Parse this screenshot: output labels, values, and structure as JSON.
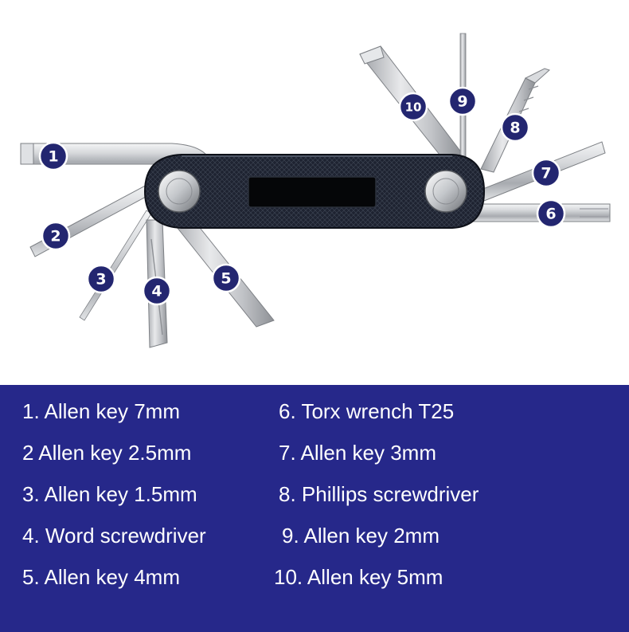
{
  "callouts": [
    {
      "id": "1",
      "label": "1"
    },
    {
      "id": "2",
      "label": "2"
    },
    {
      "id": "3",
      "label": "3"
    },
    {
      "id": "4",
      "label": "4"
    },
    {
      "id": "5",
      "label": "5"
    },
    {
      "id": "6",
      "label": "6"
    },
    {
      "id": "7",
      "label": "7"
    },
    {
      "id": "8",
      "label": "8"
    },
    {
      "id": "9",
      "label": "9"
    },
    {
      "id": "10",
      "label": "10"
    }
  ],
  "legend": {
    "left": [
      "1. Allen key 7mm",
      "2 Allen key 2.5mm",
      "3. Allen key 1.5mm",
      "4. Word screwdriver",
      "5. Allen key 4mm"
    ],
    "right": [
      "6. Torx wrench T25",
      "7. Allen key 3mm",
      "8. Phillips screwdriver",
      "9. Allen key 2mm",
      "10. Allen key 5mm"
    ]
  },
  "colors": {
    "legend_background": "#26288a",
    "callout_fill": "#232670",
    "metal": "#c9ccd0",
    "handle": "#1d2230"
  }
}
